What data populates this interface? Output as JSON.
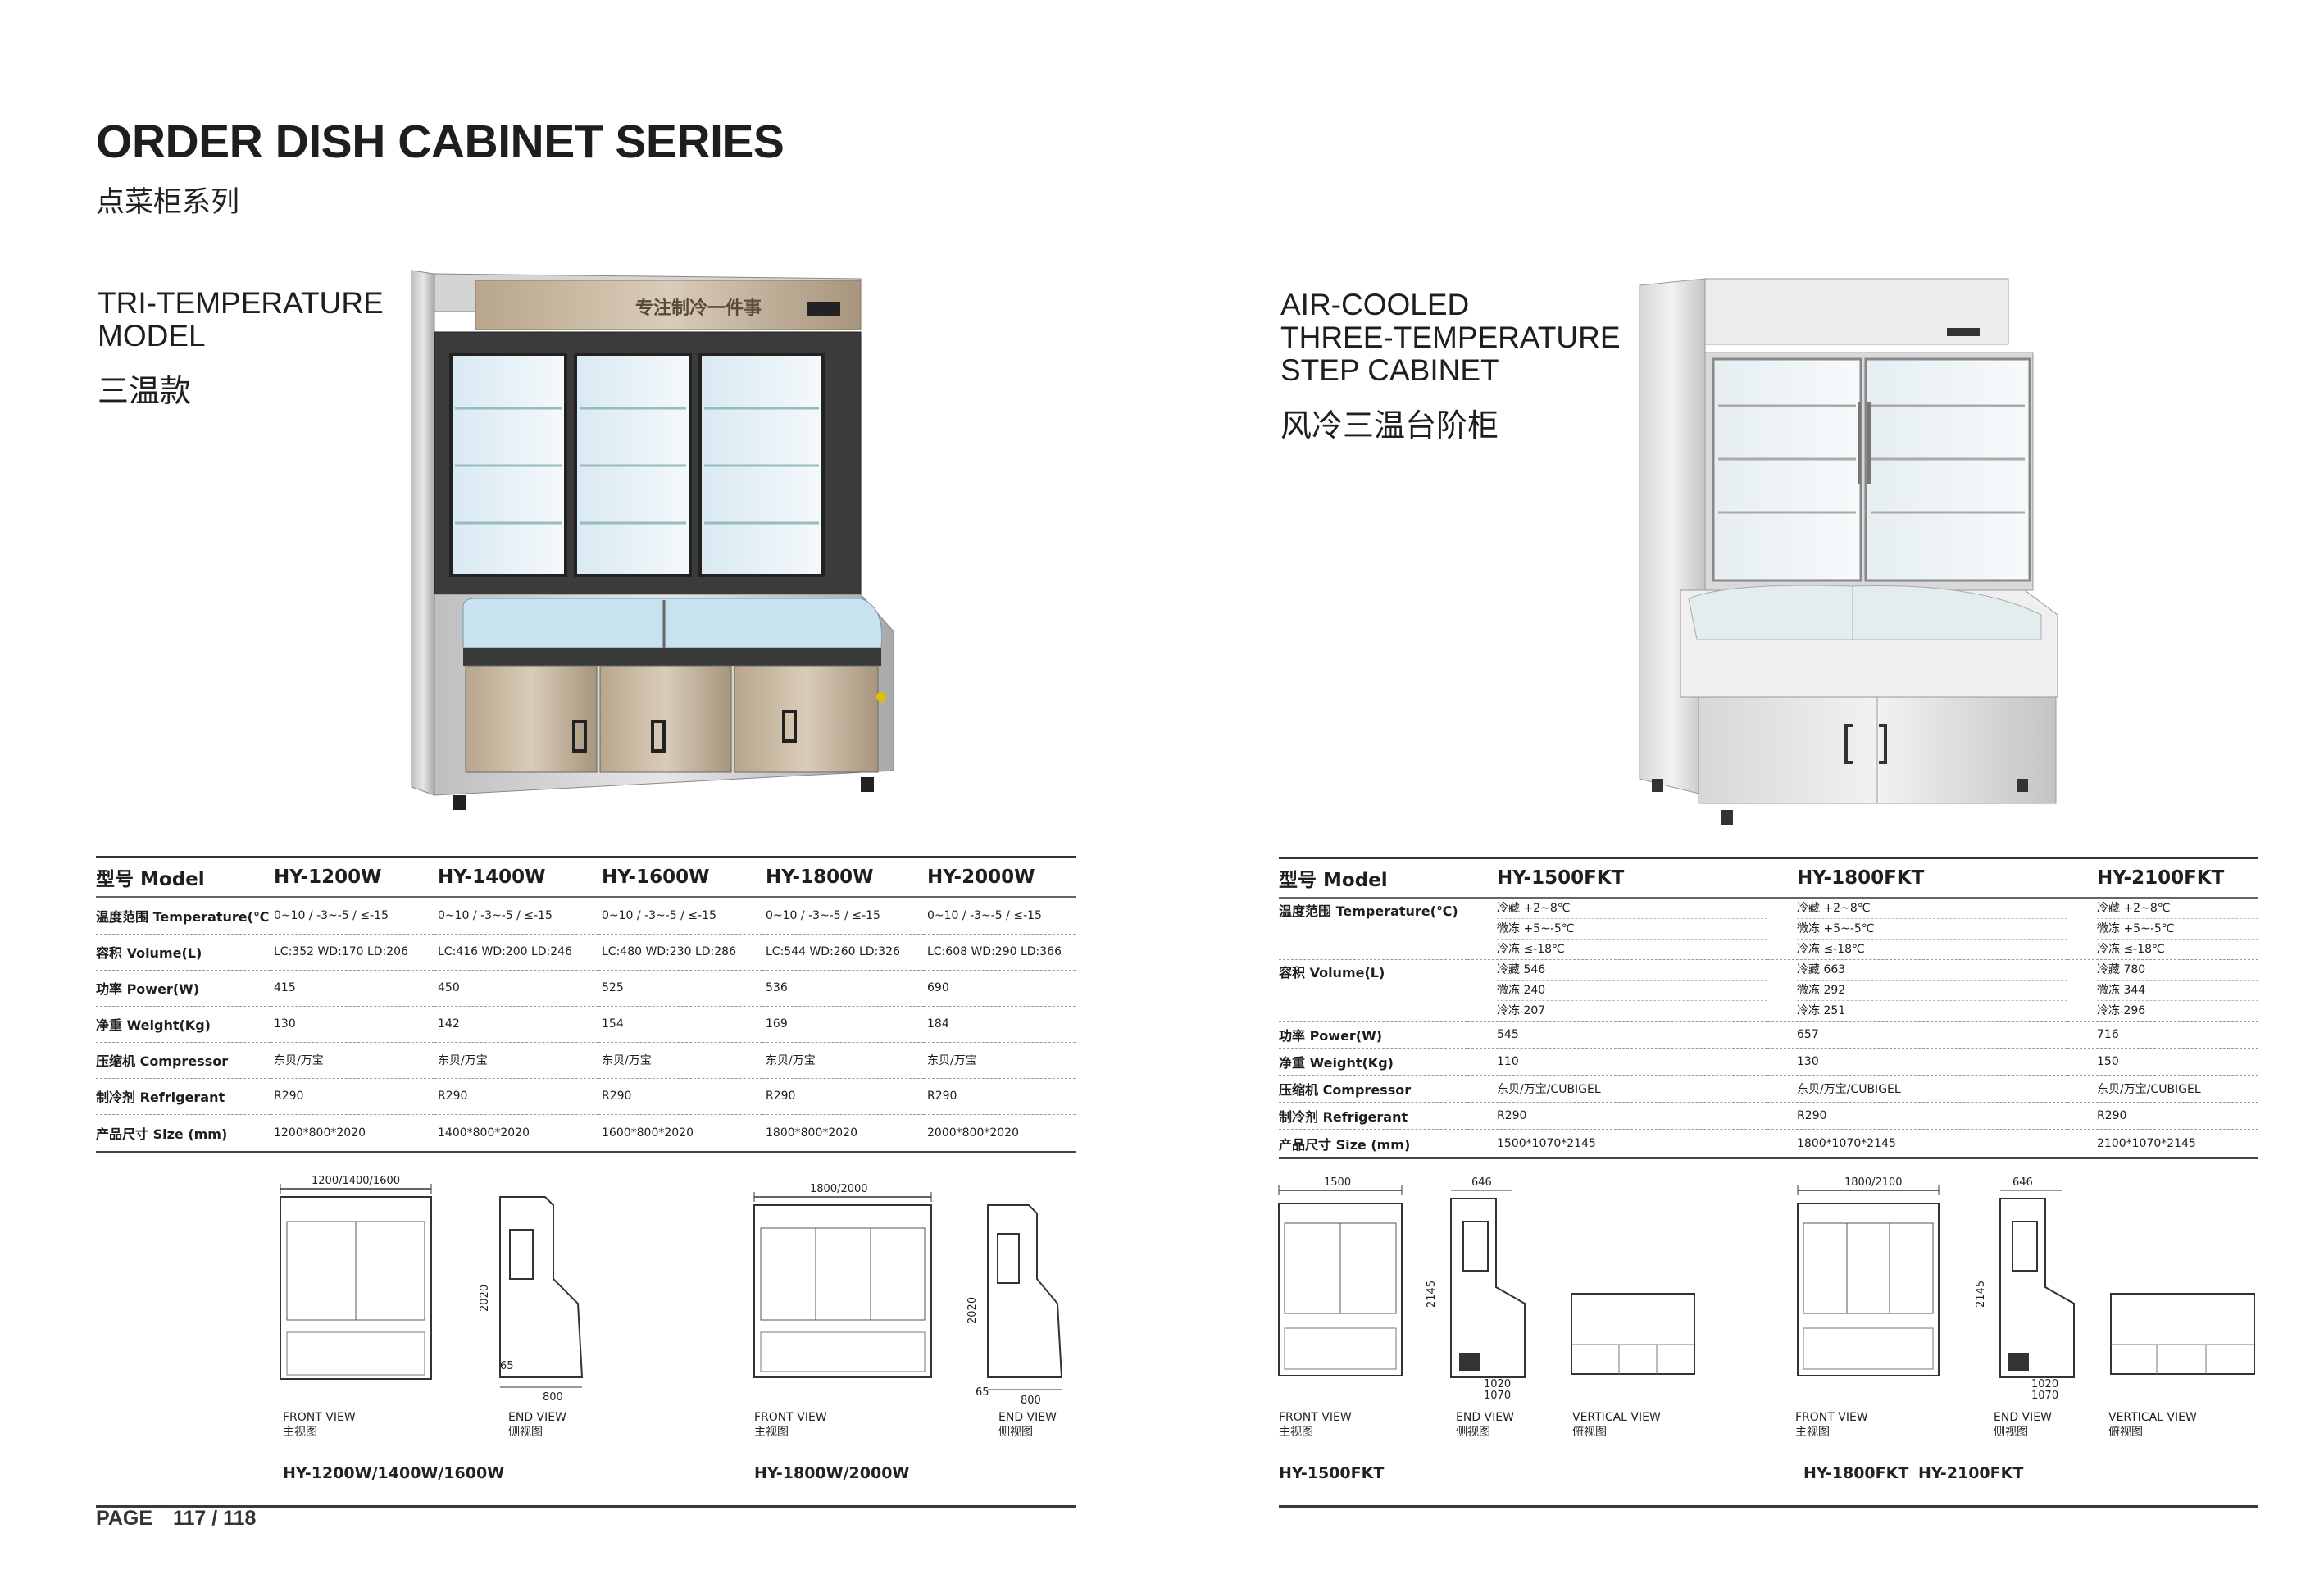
{
  "header": {
    "title": "ORDER DISH CABINET SERIES",
    "subtitle": "点菜柜系列"
  },
  "left": {
    "heading_line1": "TRI-TEMPERATURE",
    "heading_line2": "MODEL",
    "heading_cn": "三温款",
    "sign_text": "专注制冷一件事",
    "table": {
      "headers": [
        "型号 Model",
        "HY-1200W",
        "HY-1400W",
        "HY-1600W",
        "HY-1800W",
        "HY-2000W"
      ],
      "rows": [
        {
          "label": "温度范围 Temperature(℃)",
          "values": [
            "0~10 / -3~-5 / ≤-15",
            "0~10 / -3~-5 / ≤-15",
            "0~10 / -3~-5 / ≤-15",
            "0~10 / -3~-5 / ≤-15",
            "0~10 / -3~-5 / ≤-15"
          ]
        },
        {
          "label": "容积 Volume(L)",
          "values": [
            "LC:352  WD:170  LD:206",
            "LC:416  WD:200  LD:246",
            "LC:480  WD:230  LD:286",
            "LC:544  WD:260 LD:326",
            "LC:608  WD:290  LD:366"
          ]
        },
        {
          "label": "功率 Power(W)",
          "values": [
            "415",
            "450",
            "525",
            "536",
            "690"
          ]
        },
        {
          "label": "净重 Weight(Kg)",
          "values": [
            "130",
            "142",
            "154",
            "169",
            "184"
          ]
        },
        {
          "label": "压缩机 Compressor",
          "values": [
            "东贝/万宝",
            "东贝/万宝",
            "东贝/万宝",
            "东贝/万宝",
            "东贝/万宝"
          ]
        },
        {
          "label": "制冷剂 Refrigerant",
          "values": [
            "R290",
            "R290",
            "R290",
            "R290",
            "R290"
          ]
        },
        {
          "label": "产品尺寸 Size (mm)",
          "values": [
            "1200*800*2020",
            "1400*800*2020",
            "1600*800*2020",
            "1800*800*2020",
            "2000*800*2020"
          ]
        }
      ]
    },
    "drawings": {
      "width_a": "1200/1400/1600",
      "width_b": "1800/2000",
      "height": "2020",
      "depth": "800",
      "foot": "65",
      "front_view_en": "FRONT VIEW",
      "front_view_cn": "主视图",
      "end_view_en": "END VIEW",
      "end_view_cn": "侧视图",
      "caption_a": "HY-1200W/1400W/1600W",
      "caption_b": "HY-1800W/2000W"
    }
  },
  "right": {
    "heading_line1": "AIR-COOLED",
    "heading_line2": "THREE-TEMPERATURE",
    "heading_line3": "STEP CABINET",
    "heading_cn": "风冷三温台阶柜",
    "table": {
      "headers": [
        "型号 Model",
        "HY-1500FKT",
        "HY-1800FKT",
        "HY-2100FKT"
      ],
      "temperature_label": "温度范围 Temperature(℃)",
      "temperature": [
        [
          "冷藏 +2~8℃",
          "微冻 +5~-5℃",
          "冷冻 ≤-18℃"
        ],
        [
          "冷藏 +2~8℃",
          "微冻 +5~-5℃",
          "冷冻 ≤-18℃"
        ],
        [
          "冷藏 +2~8℃",
          "微冻 +5~-5℃",
          "冷冻 ≤-18℃"
        ]
      ],
      "volume_label": "容积 Volume(L)",
      "volume": [
        [
          "冷藏 546",
          "微冻 240",
          "冷冻 207"
        ],
        [
          "冷藏 663",
          "微冻 292",
          "冷冻 251"
        ],
        [
          "冷藏 780",
          "微冻 344",
          "冷冻 296"
        ]
      ],
      "rows": [
        {
          "label": "功率 Power(W)",
          "values": [
            "545",
            "657",
            "716"
          ]
        },
        {
          "label": "净重 Weight(Kg)",
          "values": [
            "110",
            "130",
            "150"
          ]
        },
        {
          "label": "压缩机 Compressor",
          "values": [
            "东贝/万宝/CUBIGEL",
            "东贝/万宝/CUBIGEL",
            "东贝/万宝/CUBIGEL"
          ]
        },
        {
          "label": "制冷剂 Refrigerant",
          "values": [
            "R290",
            "R290",
            "R290"
          ]
        },
        {
          "label": "产品尺寸 Size (mm)",
          "values": [
            "1500*1070*2145",
            "1800*1070*2145",
            "2100*1070*2145"
          ]
        }
      ]
    },
    "drawings": {
      "width_a": "1500",
      "width_b": "1800/2100",
      "top_depth": "646",
      "height": "2145",
      "depth_1": "1020",
      "depth_2": "1070",
      "front_view_en": "FRONT VIEW",
      "front_view_cn": "主视图",
      "end_view_en": "END VIEW",
      "end_view_cn": "侧视图",
      "vertical_view_en": "VERTICAL VIEW",
      "vertical_view_cn": "俯视图",
      "caption_a": "HY-1500FKT",
      "caption_b1": "HY-1800FKT",
      "caption_b2": "HY-2100FKT"
    }
  },
  "footer": {
    "page_label": "PAGE",
    "page_number": "117 / 118"
  }
}
